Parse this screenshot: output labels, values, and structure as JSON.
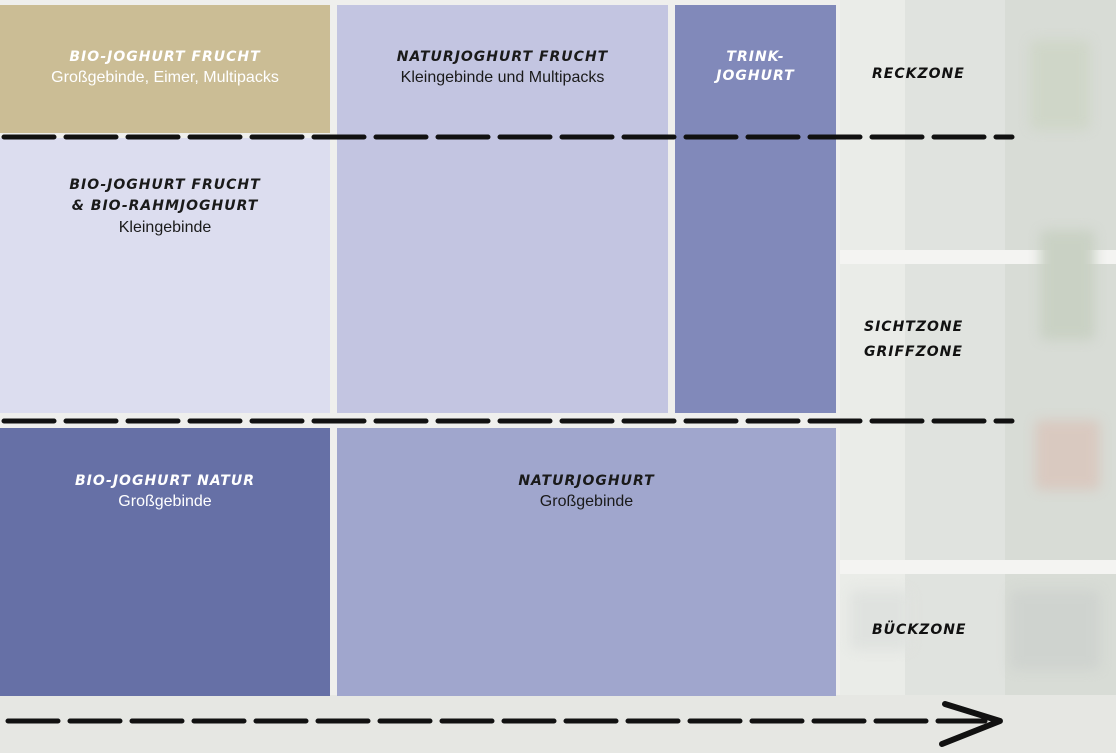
{
  "panels": {
    "bio_frucht_gross": {
      "title": "Bio-Joghurt Frucht",
      "subtitle": "Großgebinde, Eimer, Multipacks"
    },
    "natur_frucht": {
      "title": "Naturjoghurt Frucht",
      "subtitle": "Kleingebinde und Multipacks"
    },
    "trink": {
      "title_line1": "Trink-",
      "title_line2": "joghurt"
    },
    "bio_frucht_rahm": {
      "title_line1": "Bio-Joghurt Frucht",
      "title_line2": "& Bio-Rahmjoghurt",
      "subtitle": "Kleingebinde"
    },
    "bio_natur": {
      "title": "Bio-Joghurt Natur",
      "subtitle": "Großgebinde"
    },
    "naturjoghurt": {
      "title": "Naturjoghurt",
      "subtitle": "Großgebinde"
    }
  },
  "zones": {
    "reck": "Reckzone",
    "sicht": "Sichtzone",
    "greif": "Griffzone",
    "bueck": "Bückzone"
  },
  "colors": {
    "tan": "#cbbd95",
    "light1": "#dcddef",
    "light2": "#c3c5e1",
    "mid": "#8189ba",
    "dark": "#6670a6",
    "medium": "#a0a6cd"
  }
}
